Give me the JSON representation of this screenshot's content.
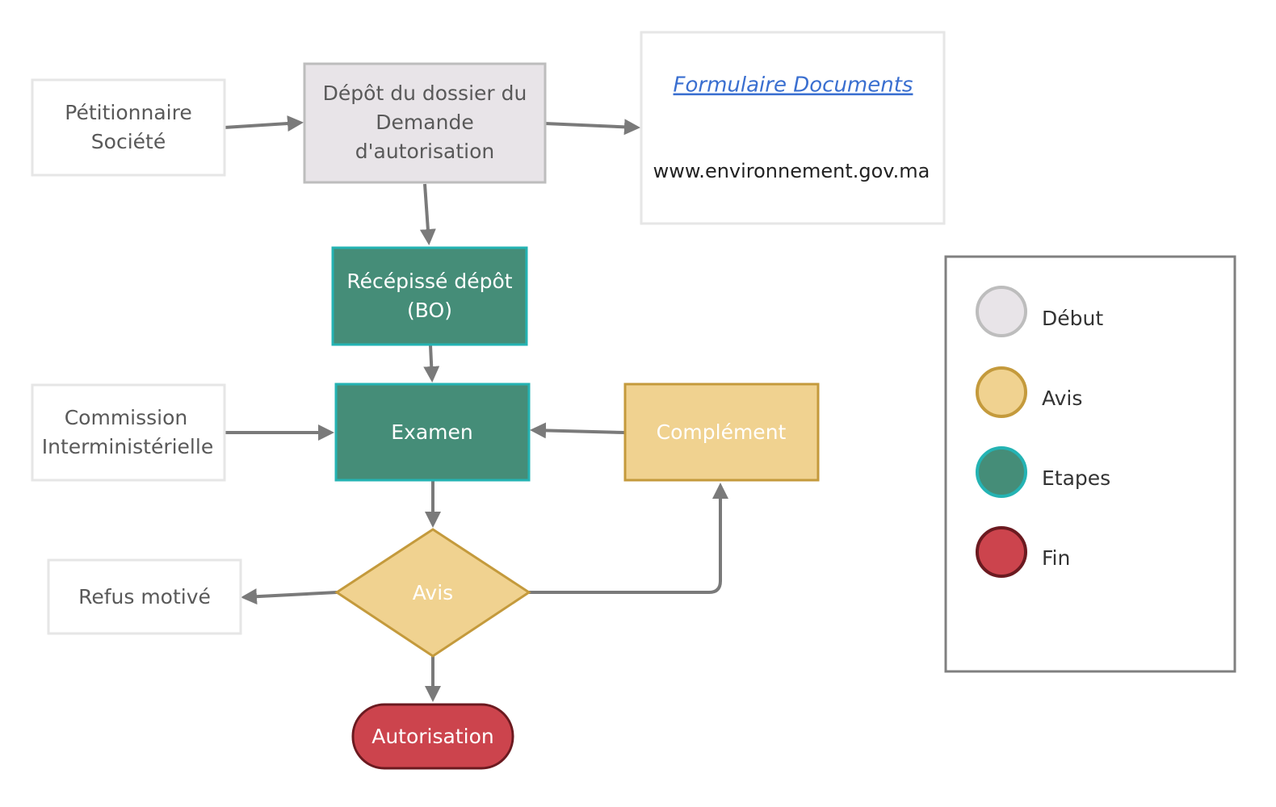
{
  "nodes": {
    "petitionnaire": {
      "line1": "Pétitionnaire",
      "line2": "Société"
    },
    "depot": {
      "line1": "Dépôt du dossier du",
      "line2": "Demande",
      "line3": "d'autorisation"
    },
    "formulaire": {
      "link": "Formulaire Documents",
      "url_text": "www.environnement.gov.ma"
    },
    "recepisse": {
      "line1": "Récépissé dépôt",
      "line2": "(BO)"
    },
    "commission": {
      "line1": "Commission",
      "line2": "Interministérielle"
    },
    "examen": {
      "label": "Examen"
    },
    "complement": {
      "label": "Complément"
    },
    "avis": {
      "label": "Avis"
    },
    "refus": {
      "label": "Refus motivé"
    },
    "autorisation": {
      "label": "Autorisation"
    }
  },
  "legend": {
    "items": [
      {
        "label": "Début",
        "fill": "#e8e4e8",
        "stroke": "#bdbdbd"
      },
      {
        "label": "Avis",
        "fill": "#f0d290",
        "stroke": "#c49a3c"
      },
      {
        "label": "Etapes",
        "fill": "#458d78",
        "stroke": "#24b3b3"
      },
      {
        "label": "Fin",
        "fill": "#cc444d",
        "stroke": "#6b1a20"
      }
    ]
  },
  "colors": {
    "start_fill": "#e8e4e8",
    "start_stroke": "#bdbdbd",
    "step_fill": "#458d78",
    "step_stroke": "#24b3b3",
    "avis_fill": "#f0d290",
    "avis_stroke": "#c49a3c",
    "end_fill": "#cc444d",
    "end_stroke": "#6b1a20",
    "plain_stroke": "#e6e6e6",
    "edge": "#7a7a7a",
    "link": "#3a6fd0"
  }
}
